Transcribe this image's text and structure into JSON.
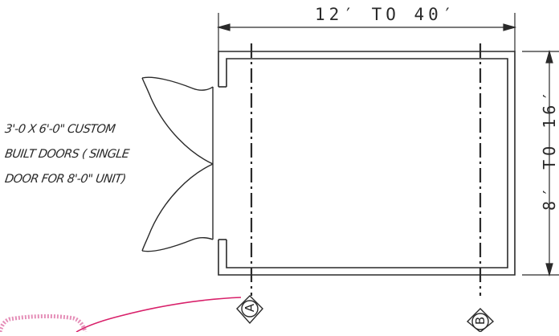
{
  "drawing": {
    "overall_length": "12′ TO 40′",
    "overall_width": "8′ TO 16′",
    "door_note_lines": [
      "3'-0 X 6'-0\" CUSTOM",
      "BUILT DOORS ( SINGLE",
      "DOOR FOR 8'-0\" UNIT)"
    ],
    "grid_markers": [
      "A",
      "B"
    ]
  },
  "colors": {
    "line": "#2a2a2a",
    "markup_red": "#d8206a",
    "markup_pink": "#e58fb8"
  }
}
